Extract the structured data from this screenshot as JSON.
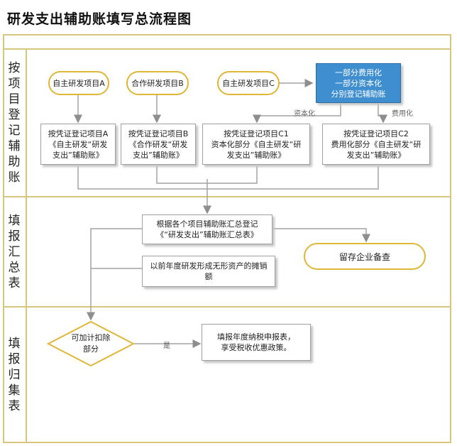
{
  "title": "研发支出辅助账填写总流程图",
  "lanes": [
    {
      "label": [
        "按",
        "项",
        "目",
        "登",
        "记",
        "辅",
        "助",
        "账"
      ]
    },
    {
      "label": [
        "填",
        "报",
        "汇",
        "总",
        "表"
      ]
    },
    {
      "label": [
        "填",
        "报",
        "归",
        "集",
        "表"
      ]
    }
  ],
  "starts": {
    "a": "自主研发项目A",
    "b": "合作研发项目B",
    "c": "自主研发项目C"
  },
  "blue_box": [
    "一部分费用化",
    "一部分资本化",
    "分别登记辅助账"
  ],
  "labels": {
    "capitalize": "资本化",
    "expense": "费用化",
    "yes": "是"
  },
  "ledger_boxes": {
    "a": [
      "按凭证登记项目A",
      "《自主研发“研发",
      "支出”辅助账》"
    ],
    "b": [
      "按凭证登记项目B",
      "《合作研发“研发",
      "支出”辅助账》"
    ],
    "c1": [
      "按凭证登记项目C1",
      "资本化部分《自主研发“研",
      "发支出”辅助账》"
    ],
    "c2": [
      "按凭证登记项目C2",
      "费用化部分《自主研发“研",
      "发支出”辅助账》"
    ]
  },
  "summary_box": [
    "根据各个项目辅助账汇总登记",
    "《“研发支出”辅助账汇总表》"
  ],
  "archive": "留存企业备查",
  "amortization_box": [
    "以前年度研发形成无形资产的摊销",
    "额"
  ],
  "decision": [
    "可加计扣除",
    "部分"
  ],
  "final_box": [
    "填报年度纳税申报表，",
    "享受税收优惠政策。"
  ],
  "colors": {
    "frame": "#d7c67b",
    "oval_border": "#e0b636",
    "blue": "#3e8ed0",
    "arrow": "#9a9a9a"
  }
}
